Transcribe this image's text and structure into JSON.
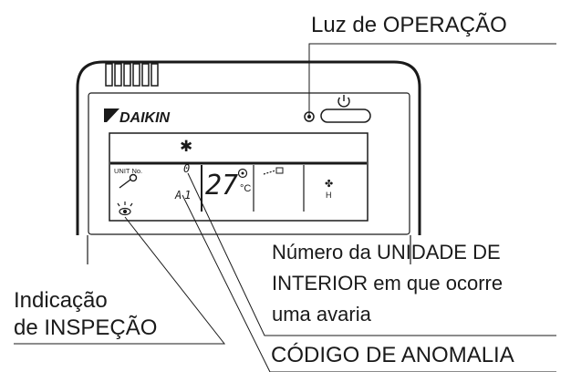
{
  "device": {
    "brand": "DAIKIN",
    "unit_no_label": "UNIT No.",
    "unit_number_digit": "0",
    "error_code": "A1",
    "temperature": "27",
    "temperature_unit": "°C",
    "fan_mode": "H"
  },
  "callouts": {
    "operation_light": "Luz de OPERAÇÃO",
    "indoor_unit_number": [
      "Número da UNIDADE DE",
      "INTERIOR em que ocorre",
      "uma avaria"
    ],
    "inspection_indication": [
      "Indicação",
      "de INSPEÇÃO"
    ],
    "error_code": "CÓDIGO DE ANOMALIA"
  }
}
